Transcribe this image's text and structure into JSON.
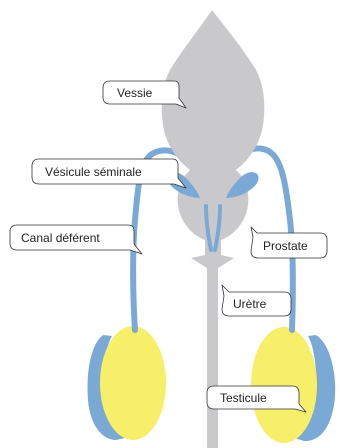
{
  "labels": {
    "bladder": "Vessie",
    "seminal_vesicle": "Vésicule séminale",
    "vas_deferens": "Canal déférent",
    "prostate": "Prostate",
    "urethra": "Urètre",
    "testicle": "Testicule"
  },
  "colors": {
    "organ_gray": "#c9c9cb",
    "duct_blue": "#7ba9d6",
    "testicle_yellow": "#f7ee6a",
    "callout_border": "#333333",
    "text": "#222222"
  }
}
